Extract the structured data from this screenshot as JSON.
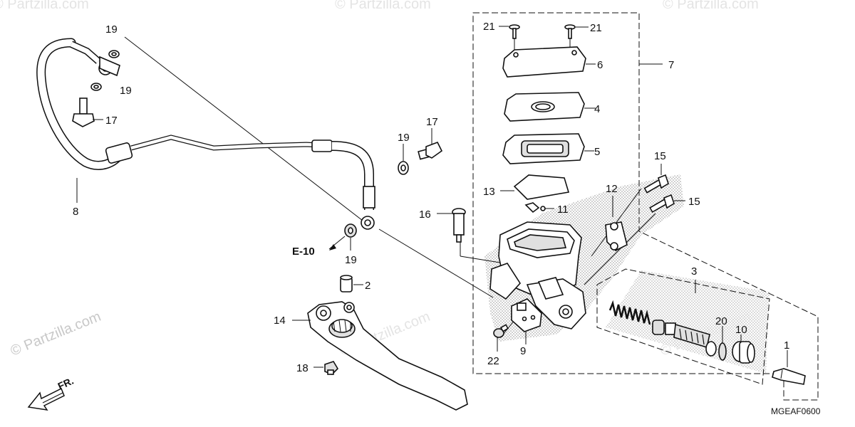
{
  "diagram": {
    "drawing_code": "MGEAF0600",
    "watermark_main": "© Partzilla.com",
    "watermark_faint": "© Partzilla.com",
    "direction_label": "FR.",
    "reference_label": "E-10",
    "callouts": {
      "c1": "1",
      "c2": "2",
      "c3": "3",
      "c4": "4",
      "c5": "5",
      "c6": "6",
      "c7": "7",
      "c8": "8",
      "c9": "9",
      "c10": "10",
      "c11": "11",
      "c12": "12",
      "c13": "13",
      "c14": "14",
      "c15a": "15",
      "c15b": "15",
      "c16": "16",
      "c17a": "17",
      "c17b": "17",
      "c18": "18",
      "c19a": "19",
      "c19b": "19",
      "c19c": "19",
      "c19d": "19",
      "c20": "20",
      "c21a": "21",
      "c21b": "21",
      "c22": "22"
    }
  }
}
